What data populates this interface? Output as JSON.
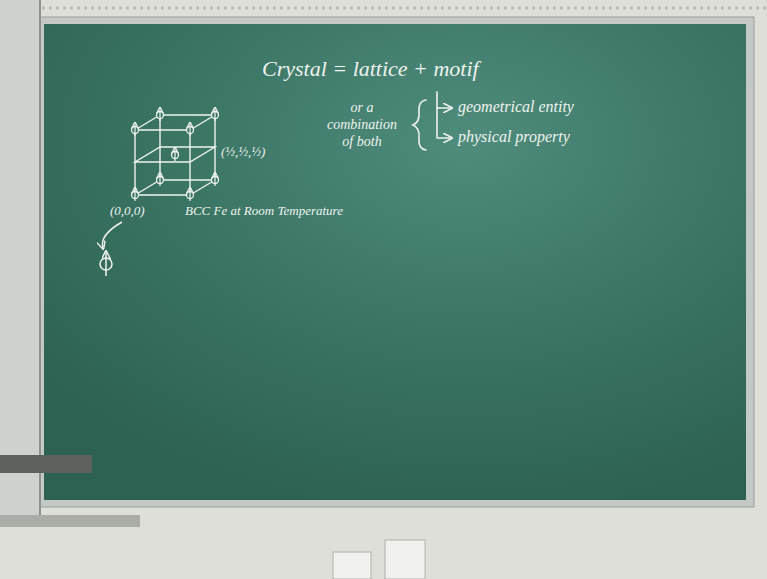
{
  "diagram": {
    "labels": [
      "Crystal = lattice + motif",
      "or a combination of both",
      "geometrical entity",
      "physical property",
      "(½,½,½)",
      "(0,0,0)",
      "BCC Fe at Room Temperature"
    ]
  }
}
